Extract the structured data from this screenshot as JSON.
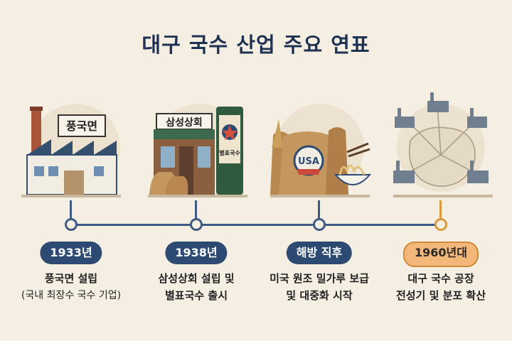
{
  "title": "대구 국수 산업 주요 연표",
  "events": [
    {
      "year": "1933년",
      "line1": "풍국면 설립",
      "line2": "(국내 최장수 국수 기업)",
      "sign": "풍국면"
    },
    {
      "year": "1938년",
      "line1": "삼성상회 설립 및",
      "line2": "별표국수 출시",
      "sign": "삼성상회",
      "package": "별표국수"
    },
    {
      "year": "해방 직후",
      "line1": "미국 원조 밀가루 보급",
      "line2": "및 대중화 시작",
      "sack": "USA"
    },
    {
      "year": "1960년대",
      "line1": "대구 국수 공장",
      "line2": "전성기 및 분포 확산"
    }
  ],
  "colors": {
    "navy": "#2d4a73",
    "accent": "#f2b779",
    "background": "#f5efe3"
  }
}
